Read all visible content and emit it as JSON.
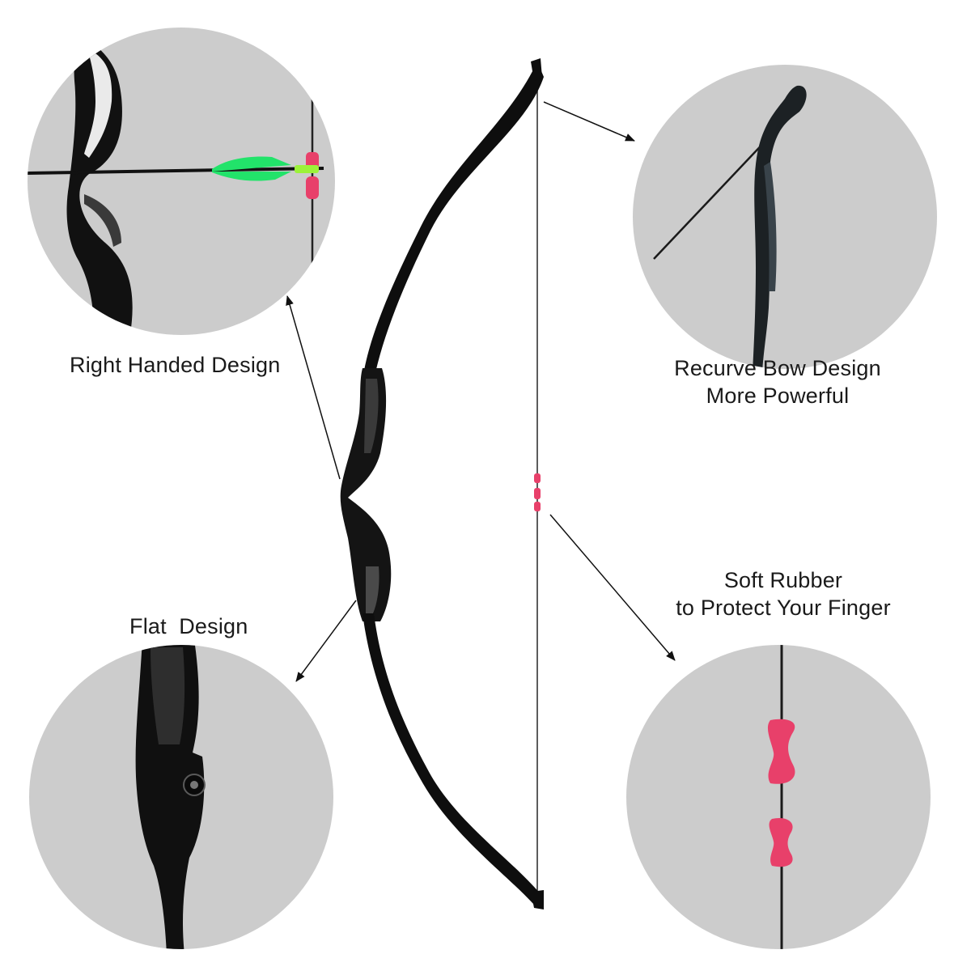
{
  "colors": {
    "background": "#ffffff",
    "circle": "#cccccc",
    "bow": "#0e0e0e",
    "rubber": "#e8406a",
    "fletching": "#22e36a"
  },
  "callouts": {
    "right_handed": {
      "icon": "arrow-right-handed-icon",
      "lines": [
        "Right Handed Design"
      ]
    },
    "recurve": {
      "icon": "arrow-recurve-icon",
      "lines": [
        "Recurve Bow Design",
        "More Powerful"
      ]
    },
    "flat": {
      "icon": "arrow-flat-icon",
      "lines": [
        "Flat  Design"
      ]
    },
    "rubber": {
      "icon": "arrow-rubber-icon",
      "lines": [
        "Soft Rubber",
        "to Protect Your Finger"
      ]
    }
  }
}
